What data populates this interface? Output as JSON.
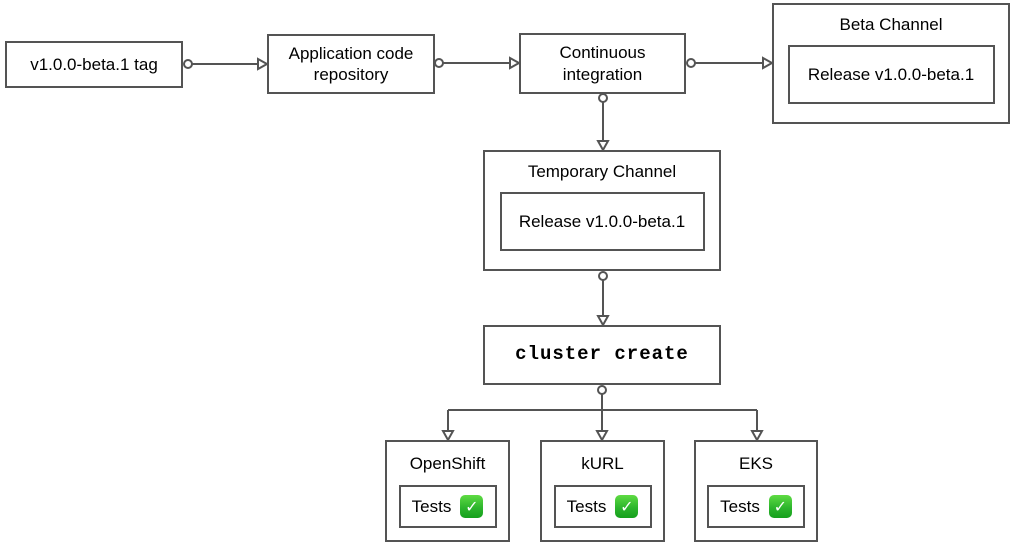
{
  "diagram": {
    "colors": {
      "background": "#ffffff",
      "stroke": "#545454",
      "text": "#000000",
      "check_green": "#2db52d",
      "check_mark": "#ffffff"
    },
    "nodes": {
      "tag": {
        "label": "v1.0.0-beta.1 tag"
      },
      "repository": {
        "label": "Application code repository"
      },
      "ci": {
        "label": "Continuous integration"
      },
      "beta_channel": {
        "title": "Beta Channel",
        "release_label": "Release v1.0.0-beta.1"
      },
      "temporary_channel": {
        "title": "Temporary Channel",
        "release_label": "Release v1.0.0-beta.1"
      },
      "cluster_create": {
        "label": "cluster create"
      },
      "clusters": [
        {
          "title": "OpenShift",
          "tests_label": "Tests",
          "check_icon": "✓"
        },
        {
          "title": "kURL",
          "tests_label": "Tests",
          "check_icon": "✓"
        },
        {
          "title": "EKS",
          "tests_label": "Tests",
          "check_icon": "✓"
        }
      ]
    },
    "edges": [
      {
        "from": "v1.0.0-beta.1 tag",
        "to": "Application code repository"
      },
      {
        "from": "Application code repository",
        "to": "Continuous integration"
      },
      {
        "from": "Continuous integration",
        "to": "Beta Channel"
      },
      {
        "from": "Continuous integration",
        "to": "Temporary Channel"
      },
      {
        "from": "Temporary Channel",
        "to": "cluster create"
      },
      {
        "from": "cluster create",
        "to": "OpenShift"
      },
      {
        "from": "cluster create",
        "to": "kURL"
      },
      {
        "from": "cluster create",
        "to": "EKS"
      }
    ]
  }
}
